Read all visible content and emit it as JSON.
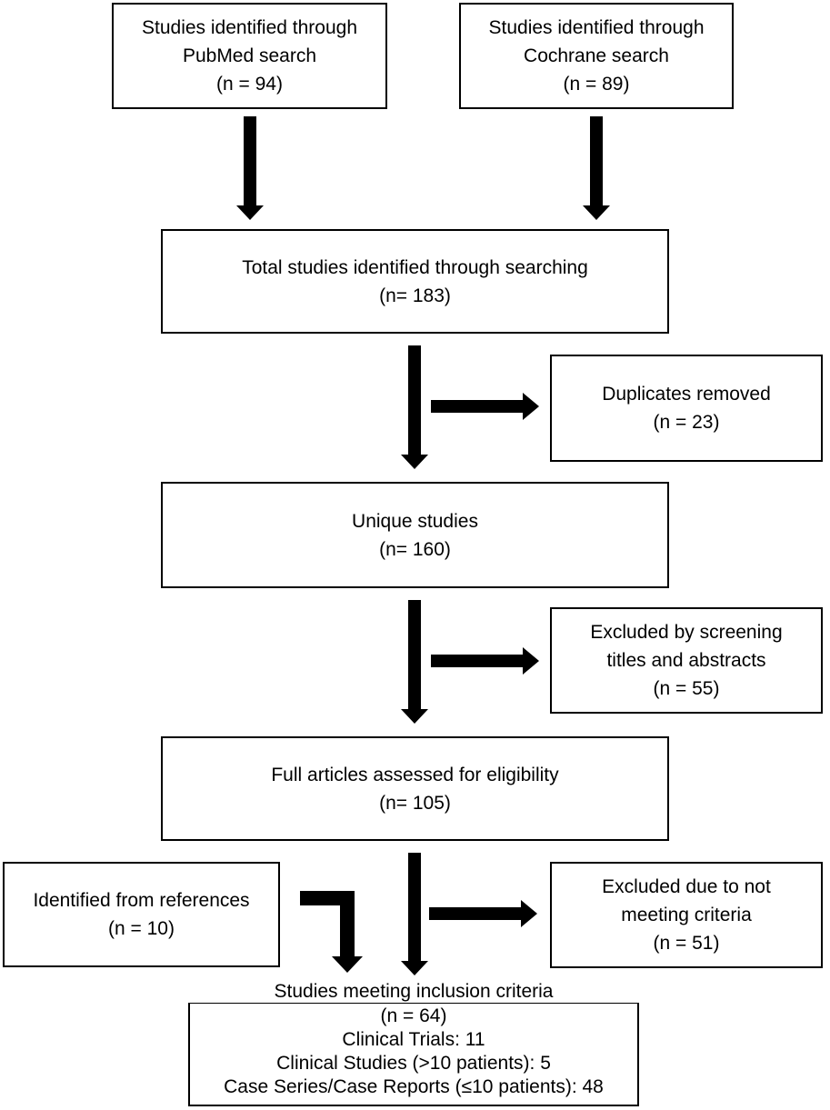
{
  "colors": {
    "stroke": "#000000",
    "background": "#ffffff"
  },
  "nodes": {
    "pubmed": {
      "line1": "Studies identified through",
      "line2": "PubMed search",
      "line3": "(n = 94)"
    },
    "cochrane": {
      "line1": "Studies identified through",
      "line2": "Cochrane search",
      "line3": "(n = 89)"
    },
    "total": {
      "line1": "Total studies identified through searching",
      "line2": "(n= 183)"
    },
    "duplicates": {
      "line1": "Duplicates removed",
      "line2": "(n = 23)"
    },
    "unique": {
      "line1": "Unique studies",
      "line2": "(n= 160)"
    },
    "excluded_screening": {
      "line1": "Excluded by screening",
      "line2": "titles and abstracts",
      "line3": "(n = 55)"
    },
    "full_articles": {
      "line1": "Full articles assessed for eligibility",
      "line2": "(n= 105)"
    },
    "references": {
      "line1": "Identified from references",
      "line2": "(n = 10)"
    },
    "excluded_criteria": {
      "line1": "Excluded due to not",
      "line2": "meeting criteria",
      "line3": "(n = 51)"
    },
    "final": {
      "title": "Studies meeting inclusion criteria",
      "line1": "(n = 64)",
      "line2": "Clinical Trials: 11",
      "line3": "Clinical Studies (>10 patients): 5",
      "line4": "Case Series/Case Reports (≤10 patients): 48"
    }
  }
}
